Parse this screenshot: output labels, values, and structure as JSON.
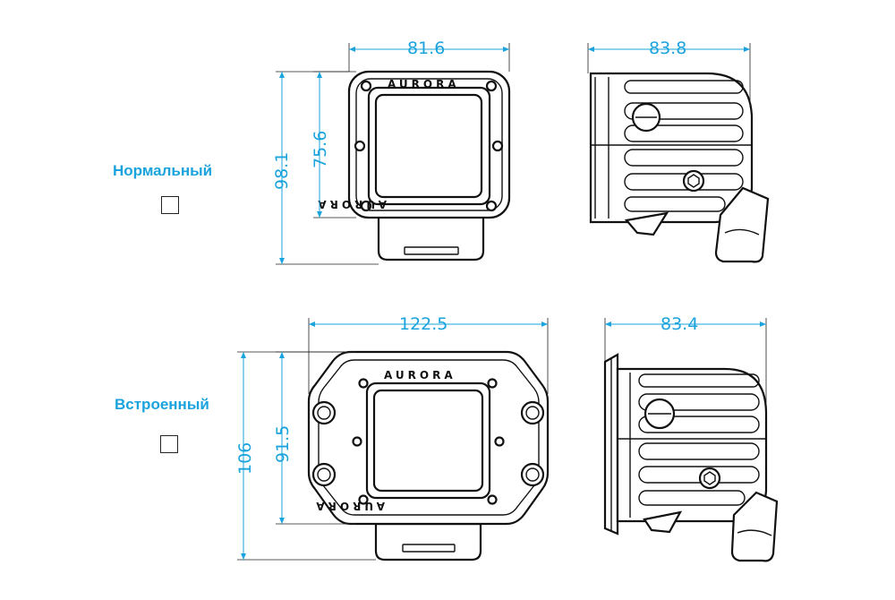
{
  "variants": [
    {
      "label": "Нормальный",
      "checked": false
    },
    {
      "label": "Встроенный",
      "checked": false
    }
  ],
  "dimensions": {
    "normal_front_width": "81.6",
    "normal_front_height": "98.1",
    "normal_front_inner": "75.6",
    "normal_side_depth": "83.8",
    "flush_front_width": "122.5",
    "flush_front_height": "106",
    "flush_front_inner": "91.5",
    "flush_side_depth": "83.4"
  },
  "brand": "AURORA",
  "colors": {
    "dimension": "#1aa3dd",
    "label": "#1aa3dd",
    "outline": "#111111"
  }
}
